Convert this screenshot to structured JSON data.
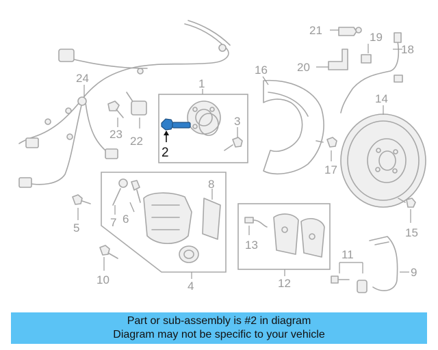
{
  "callouts": {
    "c1": "1",
    "c2": "2",
    "c3": "3",
    "c4": "4",
    "c5": "5",
    "c6": "6",
    "c7": "7",
    "c8": "8",
    "c9": "9",
    "c10": "10",
    "c11": "11",
    "c12": "12",
    "c13": "13",
    "c14": "14",
    "c15": "15",
    "c16": "16",
    "c17": "17",
    "c18": "18",
    "c19": "19",
    "c20": "20",
    "c21": "21",
    "c22": "22",
    "c23": "23",
    "c24": "24"
  },
  "highlighted_part": "2",
  "highlight_color": "#2f7ec9",
  "banner": {
    "line1": "Part or sub-assembly is #2 in diagram",
    "line2": "Diagram may not be specific to your vehicle",
    "background": "#5bc3f5"
  }
}
